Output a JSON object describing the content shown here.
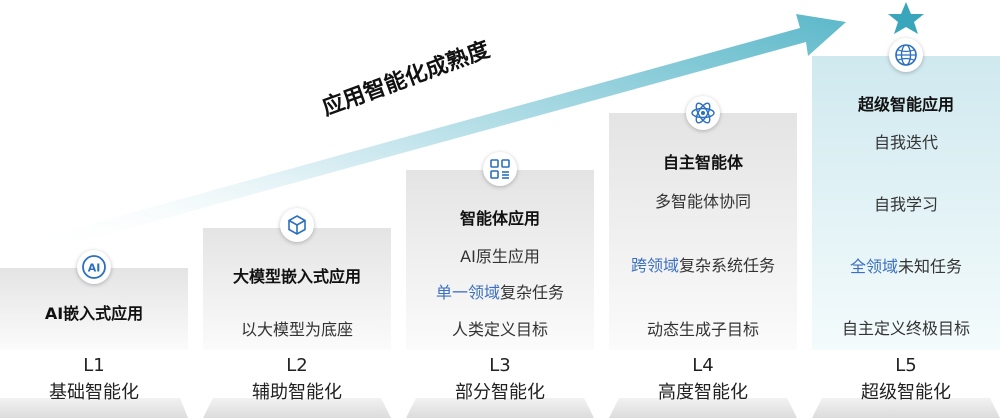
{
  "trend_label": "应用智能化成熟度",
  "colors": {
    "accent": "#5bb8c9",
    "star": "#3aa6bb",
    "highlight_text": "#3b6fc2"
  },
  "levels": [
    {
      "code": "L1",
      "name": "基础智能化",
      "title": "AI嵌入式应用",
      "icon": "ai-icon",
      "lines": []
    },
    {
      "code": "L2",
      "name": "辅助智能化",
      "title": "大模型嵌入式应用",
      "icon": "cube-icon",
      "lines": [
        {
          "pre": "",
          "hl": "",
          "post": "以大模型为底座"
        }
      ]
    },
    {
      "code": "L3",
      "name": "部分智能化",
      "title": "智能体应用",
      "icon": "grid-icon",
      "lines": [
        {
          "pre": "",
          "hl": "",
          "post": "AI原生应用"
        },
        {
          "pre": "",
          "hl": "单一领域",
          "post": "复杂任务"
        },
        {
          "pre": "",
          "hl": "",
          "post": "人类定义目标"
        }
      ]
    },
    {
      "code": "L4",
      "name": "高度智能化",
      "title": "自主智能体",
      "icon": "atom-icon",
      "lines": [
        {
          "pre": "",
          "hl": "",
          "post": "多智能体协同"
        },
        {
          "pre": "",
          "hl": "跨领域",
          "post": "复杂系统任务"
        },
        {
          "pre": "",
          "hl": "",
          "post": "动态生成子目标"
        }
      ]
    },
    {
      "code": "L5",
      "name": "超级智能化",
      "title": "超级智能应用",
      "icon": "globe-icon",
      "lines": [
        {
          "pre": "",
          "hl": "",
          "post": "自我迭代"
        },
        {
          "pre": "",
          "hl": "",
          "post": "自我学习"
        },
        {
          "pre": "",
          "hl": "全领域",
          "post": "未知任务"
        },
        {
          "pre": "",
          "hl": "",
          "post": "自主定义终极目标"
        }
      ]
    }
  ]
}
